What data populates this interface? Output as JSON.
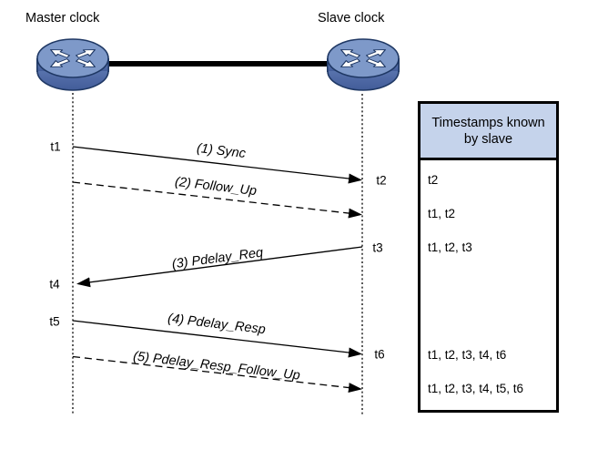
{
  "nodes": {
    "master": {
      "label": "Master clock",
      "icon": "router-icon"
    },
    "slave": {
      "label": "Slave clock",
      "icon": "router-icon"
    }
  },
  "events": {
    "t1": {
      "label": "t1",
      "lifeline": "master"
    },
    "t2": {
      "label": "t2",
      "lifeline": "slave"
    },
    "t3": {
      "label": "t3",
      "lifeline": "slave"
    },
    "t4": {
      "label": "t4",
      "lifeline": "master"
    },
    "t5": {
      "label": "t5",
      "lifeline": "master"
    },
    "t6": {
      "label": "t6",
      "lifeline": "slave"
    }
  },
  "messages": [
    {
      "label": "(1) Sync",
      "line": "solid",
      "from": "master",
      "to": "slave"
    },
    {
      "label": "(2) Follow_Up",
      "line": "dashed",
      "from": "master",
      "to": "slave"
    },
    {
      "label": "(3) Pdelay_Req",
      "line": "solid",
      "from": "slave",
      "to": "master"
    },
    {
      "label": "(4) Pdelay_Resp",
      "line": "solid",
      "from": "master",
      "to": "slave"
    },
    {
      "label": "(5) Pdelay_Resp_Follow_Up",
      "line": "dashed",
      "from": "master",
      "to": "slave"
    }
  ],
  "table": {
    "header": "Timestamps known by slave",
    "rows": [
      "t2",
      "t1, t2",
      "t1, t2, t3",
      "t1, t2, t3, t4, t6",
      "t1, t2, t3, t4, t5, t6"
    ]
  },
  "colors": {
    "background": "#ffffff",
    "diagram_lines": "#000000",
    "text": "#000000",
    "table_border": "#000000",
    "table_header_bg": "#c5d3eb",
    "router_top": "#7e99c9",
    "router_side": "#5574ad",
    "router_outline": "#1f3864",
    "router_arrows": "#ffffff"
  }
}
